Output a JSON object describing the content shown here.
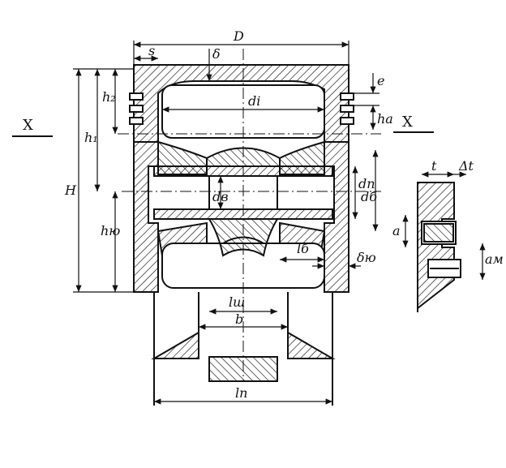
{
  "drawing": {
    "section_mark_left": "X",
    "section_mark_right": "X",
    "dim_D": "D",
    "dim_s": "s",
    "dim_delta": "δ",
    "dim_di": "di",
    "dim_e": "e",
    "dim_ha": "ha",
    "dim_H": "H",
    "dim_h1": "h₁",
    "dim_h2": "h₂",
    "dim_hu": "hю",
    "dim_dv": "dв",
    "dim_dp": "dп",
    "dim_db": "dб",
    "dim_lb": "lб",
    "dim_delta_u": "δю",
    "dim_lsh": "lш",
    "dim_b": "b",
    "dim_lp": "lп",
    "dim_t": "t",
    "dim_delta_t": "Δt",
    "dim_a": "a",
    "dim_am": "aм"
  }
}
